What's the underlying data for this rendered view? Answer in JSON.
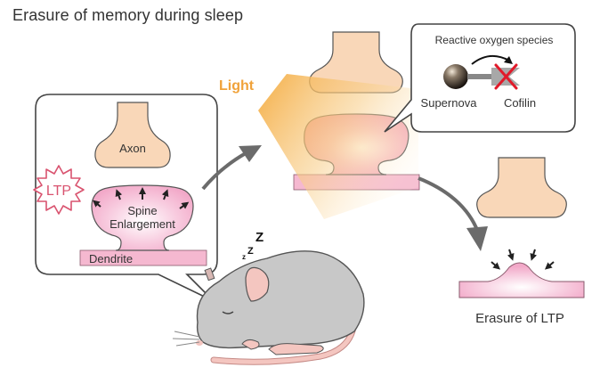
{
  "title": "Erasure of memory during sleep",
  "inset": {
    "axon_label": "Axon",
    "ltp_label": "LTP",
    "spine_label_line1": "Spine",
    "spine_label_line2": "Enlargement",
    "dendrite_label": "Dendrite"
  },
  "light_label": "Light",
  "callout": {
    "heading": "Reactive oxygen species",
    "left_label": "Supernova",
    "right_label": "Cofilin"
  },
  "sleep_label": {
    "z_small": "z",
    "z_mid": "Z",
    "z_big": "Z"
  },
  "result_label": "Erasure of LTP",
  "colors": {
    "axon_fill": "#f9d7b8",
    "spine_fill": "#f5b3cd",
    "light": "#f4a93a",
    "ltp_red": "#d9536f",
    "arrow_gray": "#6b6b6b",
    "mouse_gray": "#c8c8c8",
    "mouse_pink": "#f4c6c0",
    "cross_red": "#e11a2a"
  }
}
